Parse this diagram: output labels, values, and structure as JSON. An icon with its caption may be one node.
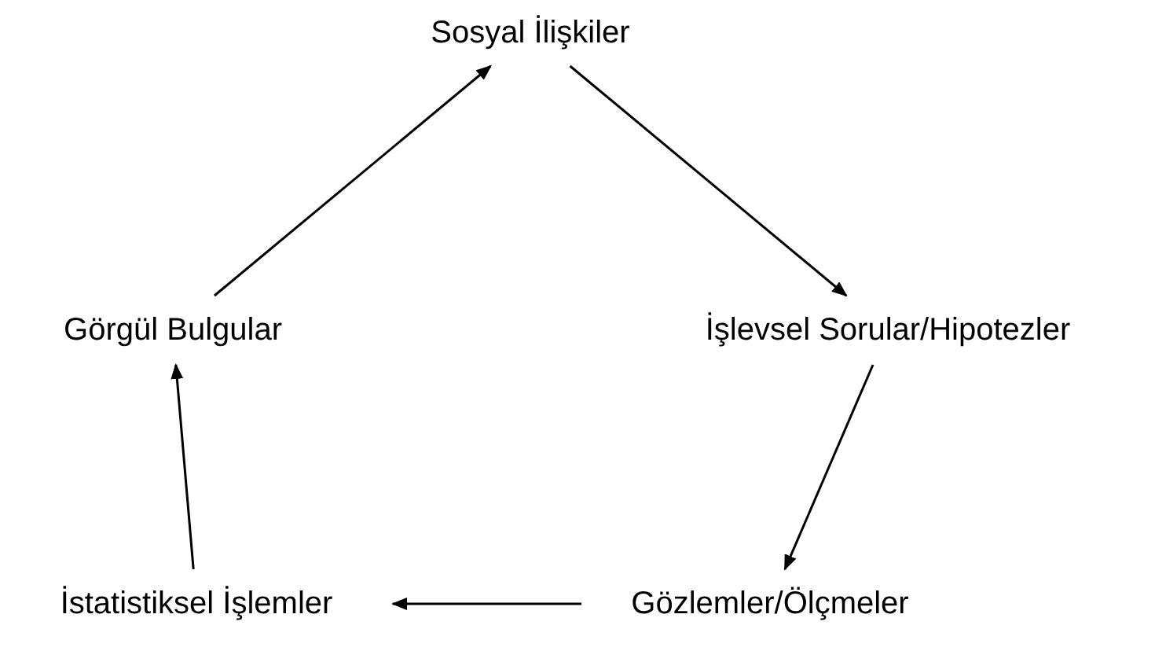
{
  "diagram": {
    "nodes": [
      {
        "text": [
          "Sosyal İlişkiler"
        ]
      },
      {
        "text": [
          "İşlevsel Sorular/Hipotezler"
        ]
      },
      {
        "text": [
          "Gözlemler/Ölçmeler"
        ]
      },
      {
        "text": [
          "İstatistiksel İşlemler"
        ]
      },
      {
        "text": [
          "Görgül Bulgular"
        ]
      }
    ],
    "edges": [
      {
        "from": 0,
        "to": 1,
        "arrow": "to"
      },
      {
        "from": 1,
        "to": 2,
        "arrow": "to"
      },
      {
        "from": 2,
        "to": 3,
        "arrow": "to"
      },
      {
        "from": 3,
        "to": 4,
        "arrow": "to"
      },
      {
        "from": 4,
        "to": 0,
        "arrow": "to"
      }
    ]
  }
}
